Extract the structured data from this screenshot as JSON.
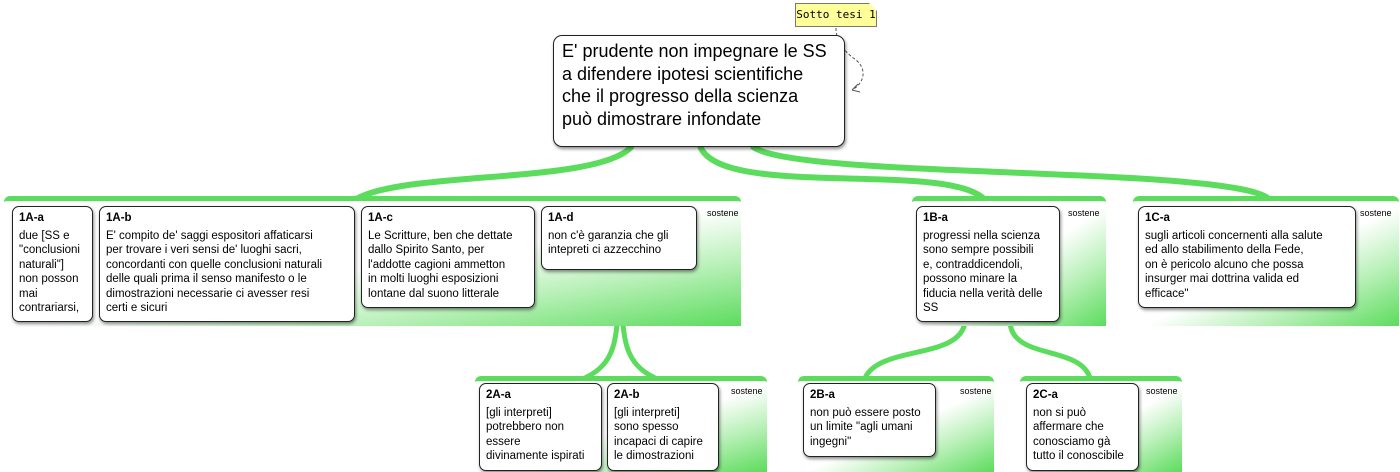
{
  "note": {
    "label": "Sotto tesi 1"
  },
  "main_claim": {
    "text": "E' prudente non impegnare le SS\na difendere ipotesi scientifiche\nche il progresso della scienza\npuò dimostrare infondate"
  },
  "group_label": "sostene",
  "nodes": {
    "n1Aa": {
      "id": "1A-a",
      "text": "due [SS e\n\"conclusioni\nnaturali\"]\nnon posson\nmai\ncontrariarsi,"
    },
    "n1Ab": {
      "id": "1A-b",
      "text": "E' compito  de' saggi espositori affaticarsi\nper trovare i veri sensi de' luoghi sacri,\nconcordanti con quelle conclusioni naturali\ndelle quali prima il senso manifesto o le\ndimostrazioni necessarie ci avesser resi\ncerti e sicuri"
    },
    "n1Ac": {
      "id": "1A-c",
      "text": "Le Scritture, ben che dettate\ndallo Spirito Santo, per\nl'addotte cagioni ammetton\nin molti luoghi esposizioni\nlontane dal suono litterale"
    },
    "n1Ad": {
      "id": "1A-d",
      "text": "non c'è garanzia che gli\nintepreti ci azzecchino"
    },
    "n1Ba": {
      "id": "1B-a",
      "text": "progressi nella scienza\nsono sempre possibili\ne, contraddicendoli,\npossono minare la\nfiducia nella verità delle\nSS"
    },
    "n1Ca": {
      "id": "1C-a",
      "text": "sugli articoli concernenti alla salute\ned allo stabilimento della Fede,\non è pericolo alcuno che possa\ninsurger mai dottrina valida ed\nefficace\""
    },
    "n2Aa": {
      "id": "2A-a",
      "text": "[gli interpreti]\npotrebbero non\nessere\ndivinamente ispirati"
    },
    "n2Ab": {
      "id": "2A-b",
      "text": "[gli interpreti]\nsono spesso\nincapaci di capire\nle dimostrazioni"
    },
    "n2Ba": {
      "id": "2B-a",
      "text": "non può essere posto\nun limite \"agli umani\ningegni\""
    },
    "n2Ca": {
      "id": "2C-a",
      "text": "non si può\naffermare che\nconosciamo gà\ntutto il conoscibile"
    }
  },
  "colors": {
    "connector": "#5cdc5c",
    "panel_edge": "#5cdc5c",
    "note_fill": "#ffff99"
  }
}
